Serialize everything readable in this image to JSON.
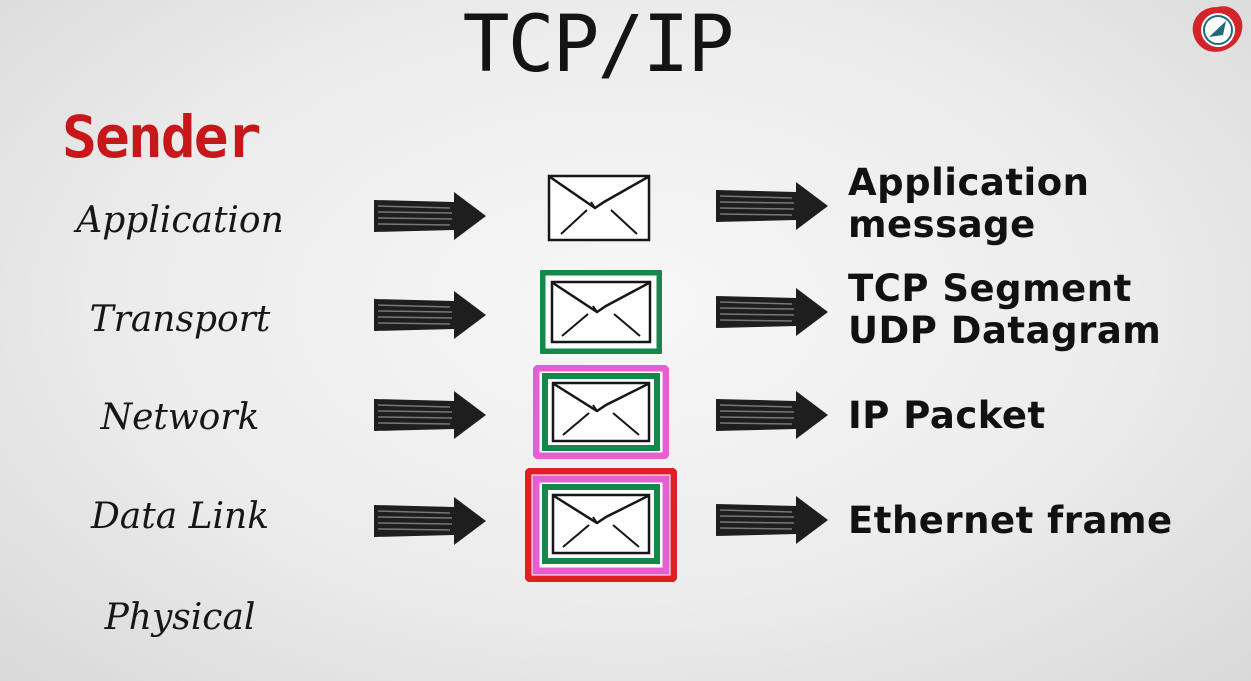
{
  "title": "TCP/IP",
  "sender": "Sender",
  "layers": [
    {
      "name": "Application",
      "description": [
        "Application",
        "message"
      ]
    },
    {
      "name": "Transport",
      "description": [
        "TCP Segment",
        "UDP Datagram"
      ]
    },
    {
      "name": "Network",
      "description": [
        "IP Packet"
      ]
    },
    {
      "name": "Data Link",
      "description": [
        "Ethernet frame"
      ]
    },
    {
      "name": "Physical",
      "description": []
    }
  ],
  "colors": {
    "sender": "#c8171b",
    "tcp_header": "#13884a",
    "ip_header": "#e65fd0",
    "ethernet_header": "#e01f24"
  },
  "icons": [
    "arrow-icon",
    "envelope-icon",
    "logo-icon"
  ]
}
